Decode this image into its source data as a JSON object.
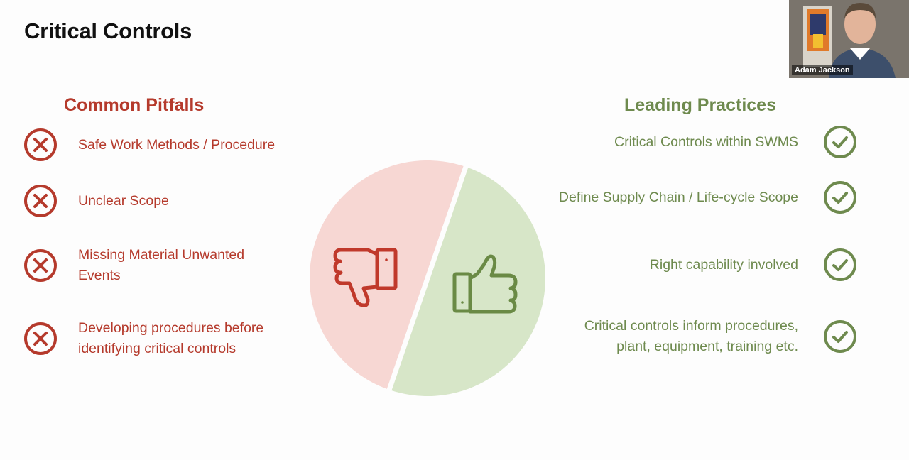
{
  "slide": {
    "title": "Critical Controls"
  },
  "pitfalls": {
    "heading": "Common Pitfalls",
    "icon": "x-circle-icon",
    "color": "#b53a2c",
    "items": [
      "Safe Work Methods / Procedure",
      "Unclear Scope",
      "Missing Material Unwanted\nEvents",
      "Developing procedures before\nidentifying critical controls"
    ]
  },
  "practices": {
    "heading": "Leading Practices",
    "icon": "check-circle-icon",
    "color": "#6e8a4e",
    "items": [
      "Critical Controls within SWMS",
      "Define Supply Chain / Life-cycle Scope",
      "Right capability involved",
      "Critical controls inform procedures,\nplant, equipment, training etc."
    ]
  },
  "pie": {
    "left_color": "#f7d7d3",
    "right_color": "#d7e6c8",
    "left_icon": "thumbs-down-icon",
    "right_icon": "thumbs-up-icon"
  },
  "webcam": {
    "participant_name": "Adam Jackson"
  }
}
